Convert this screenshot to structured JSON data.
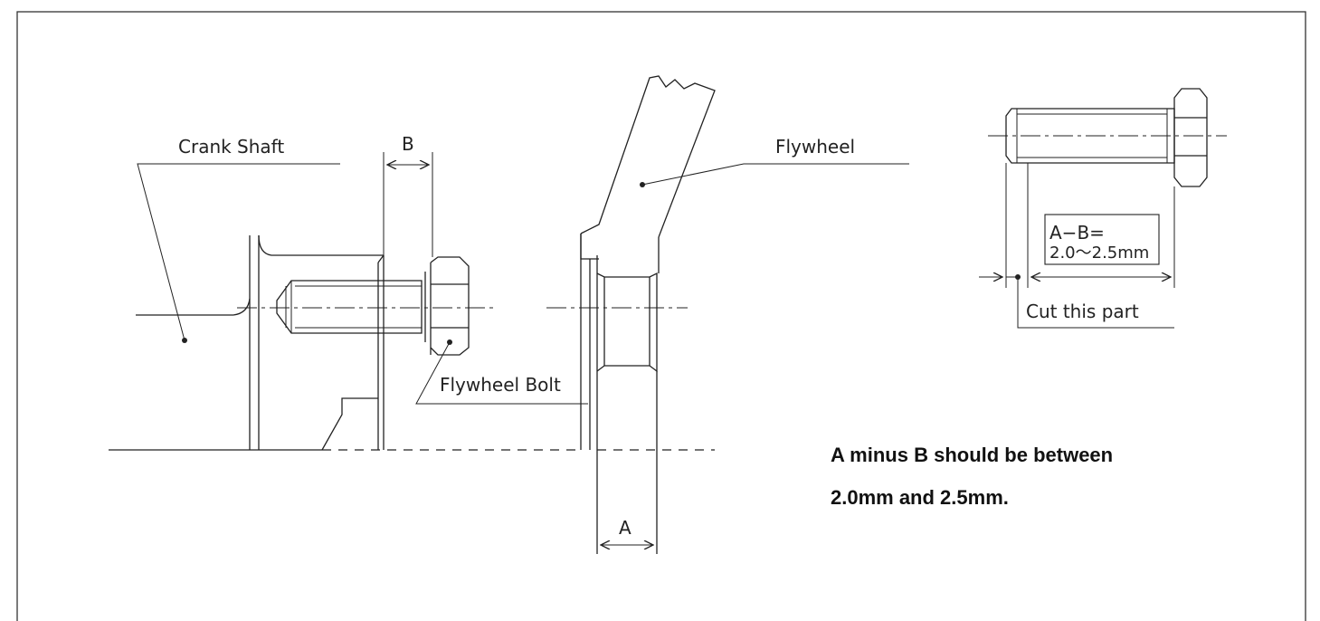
{
  "labels": {
    "crank_shaft": "Crank Shaft",
    "flywheel": "Flywheel",
    "flywheel_bolt": "Flywheel Bolt",
    "dim_a": "A",
    "dim_b": "B",
    "formula_line1": "A−B=",
    "formula_line2": "2.0〜2.5mm",
    "cut_this_part": "Cut this part"
  },
  "note": {
    "line1": "A minus B should be between",
    "line2": "2.0mm and 2.5mm."
  }
}
